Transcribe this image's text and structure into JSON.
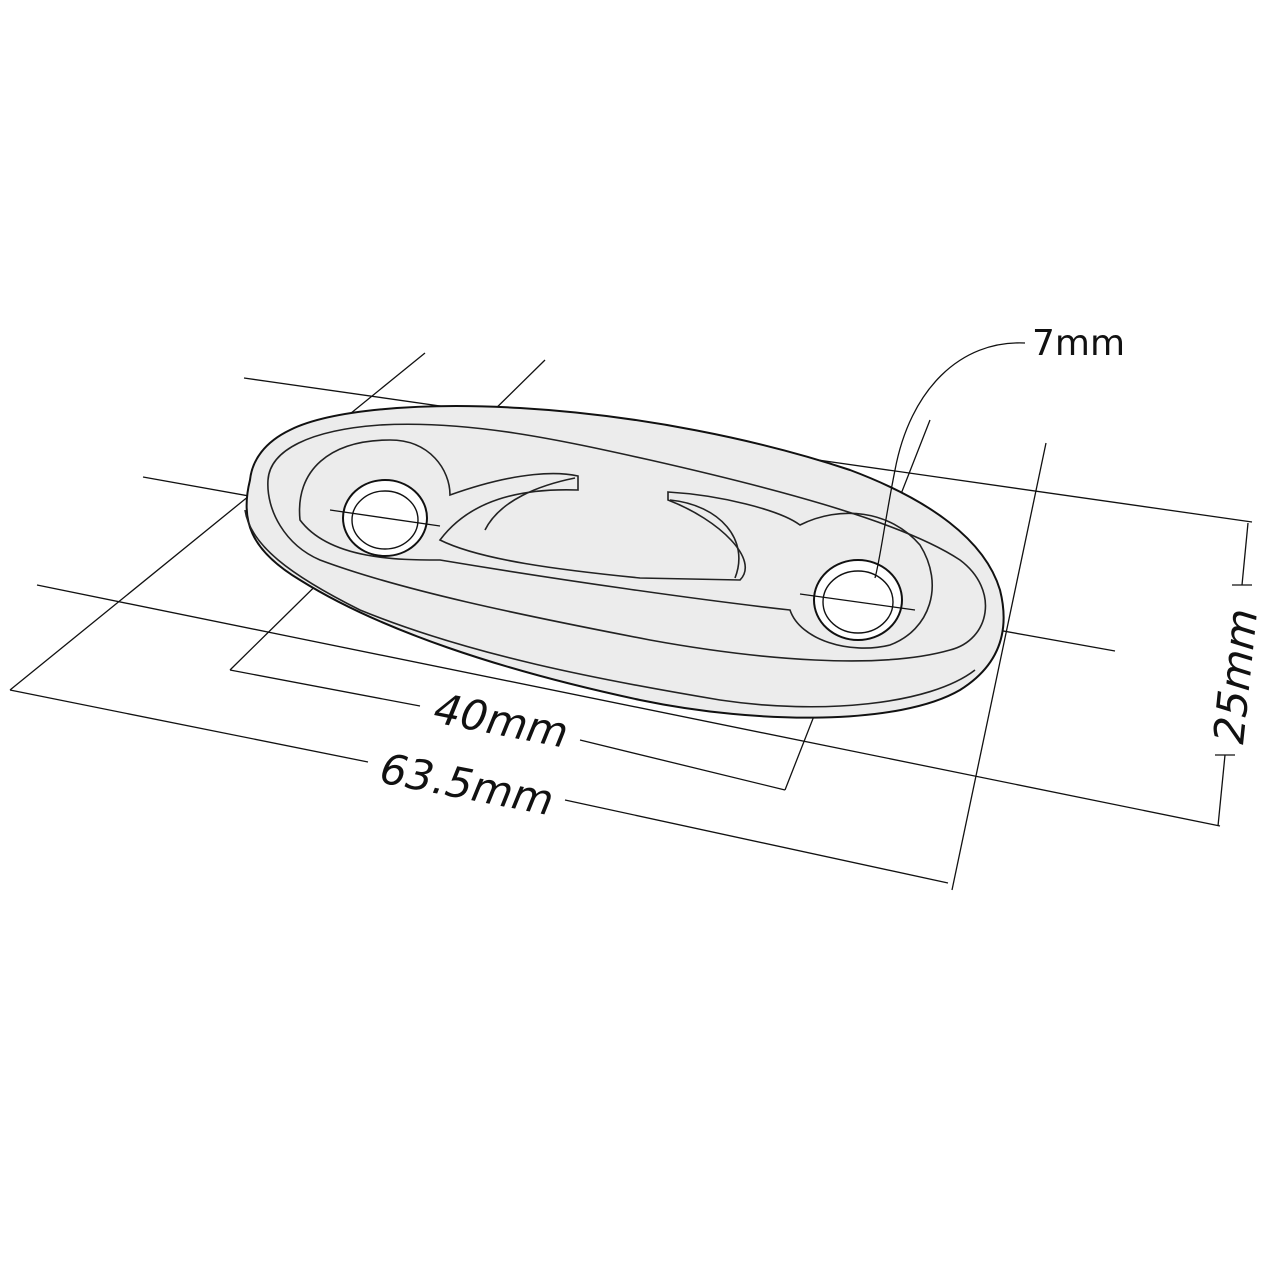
{
  "diagram": {
    "dimensions": {
      "hole_diameter": "7mm",
      "hole_spacing": "40mm",
      "overall_length": "63.5mm",
      "overall_width": "25mm"
    },
    "colors": {
      "line": "#111111",
      "part_fill": "#ececec"
    }
  }
}
